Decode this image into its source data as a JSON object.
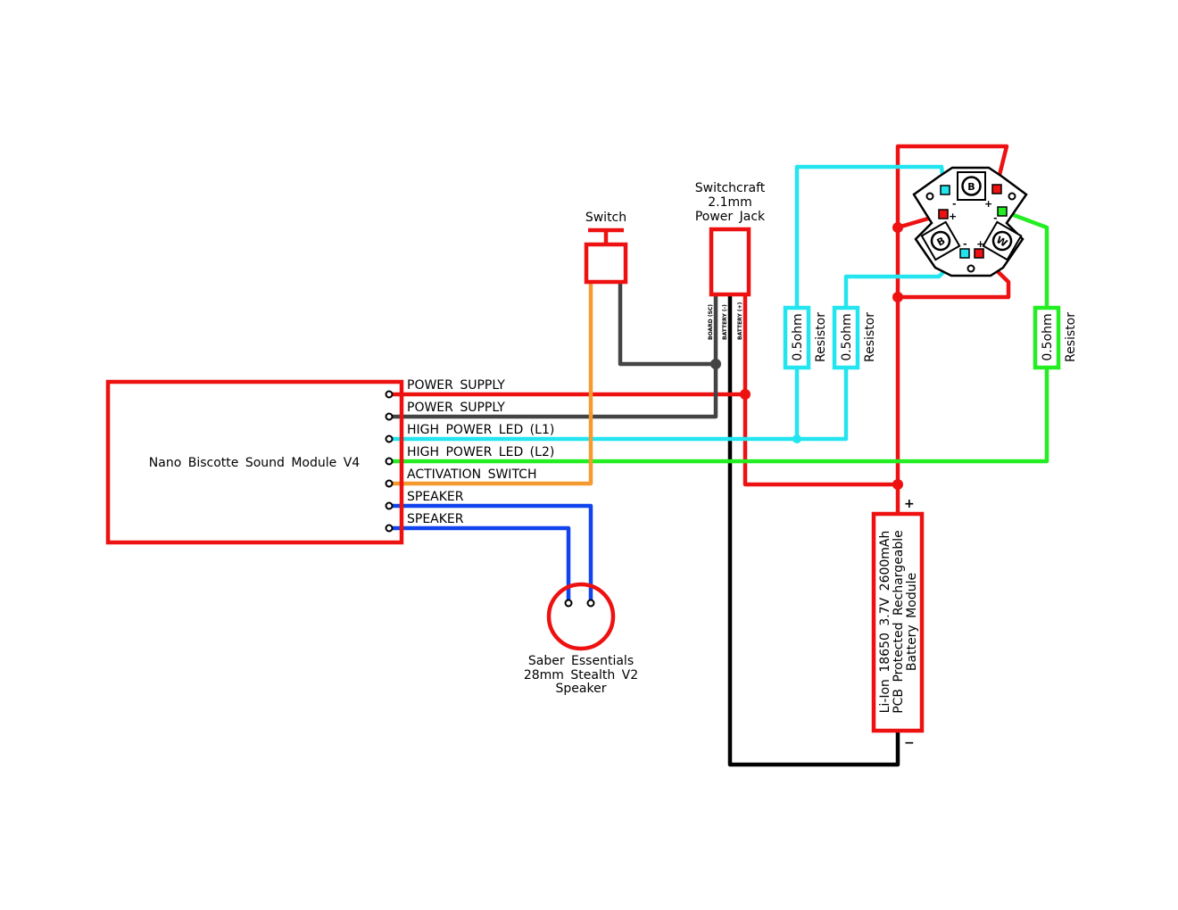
{
  "module": {
    "title": "Nano Biscotte Sound Module V4",
    "pins": [
      "POWER SUPPLY",
      "POWER SUPPLY",
      "HIGH POWER LED (L1)",
      "HIGH POWER LED (L2)",
      "ACTIVATION SWITCH",
      "SPEAKER",
      "SPEAKER"
    ]
  },
  "switch": {
    "label": "Switch"
  },
  "power_jack": {
    "title_lines": [
      "Switchcraft",
      "2.1mm",
      "Power Jack"
    ],
    "pins": [
      "BOARD (SC)",
      "BATTERY (-)",
      "BATTERY (+)"
    ]
  },
  "resistors": [
    {
      "value": "0.5ohm",
      "label": "Resistor"
    },
    {
      "value": "0.5ohm",
      "label": "Resistor"
    },
    {
      "value": "0.5ohm",
      "label": "Resistor"
    }
  ],
  "led": {
    "dies": [
      "B",
      "B",
      "W"
    ],
    "plus": "+",
    "minus": "-"
  },
  "speaker": {
    "lines": [
      "Saber Essentials",
      "28mm Stealth V2",
      "Speaker"
    ]
  },
  "battery": {
    "lines": [
      "Li-Ion 18650 3.7V 2600mAh",
      "PCB Protected Rechargeable",
      "Battery Module"
    ],
    "plus": "+",
    "minus": "−"
  },
  "colors": {
    "red": "#ee1111",
    "gray": "#444444",
    "cyan": "#22e5f0",
    "green": "#22ee22",
    "orange": "#f59a2e",
    "blue": "#1144ee",
    "black": "#000000"
  }
}
